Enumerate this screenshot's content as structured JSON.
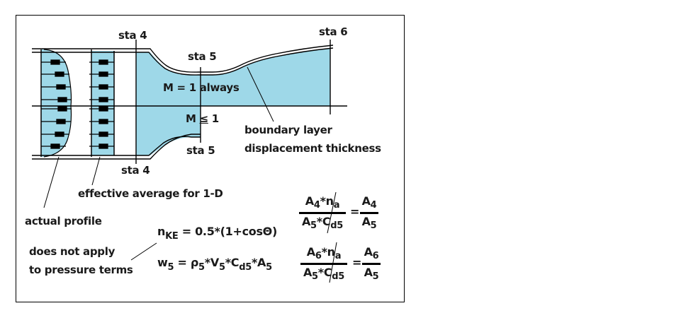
{
  "figure": {
    "type": "nozzle-flow-diagram",
    "colors": {
      "flow_fill": "#9ed8e8",
      "line": "#000000",
      "text": "#1a1a1a",
      "background": "#ffffff"
    }
  },
  "stations": {
    "sta4_top": "sta 4",
    "sta4_bottom": "sta 4",
    "sta5_top": "sta 5",
    "sta5_bottom": "sta 5",
    "sta6": "sta 6"
  },
  "regions": {
    "upper_mach": "M = 1 always",
    "lower_mach_prefix": "M",
    "lower_mach_op": "≤",
    "lower_mach_value": "1"
  },
  "annotations": {
    "boundary_layer_line1": "boundary layer",
    "boundary_layer_line2": "displacement thickness",
    "effective_average": "effective average for 1-D",
    "actual_profile": "actual profile",
    "pressure_note_line1": "does not apply",
    "pressure_note_line2": "to pressure terms"
  },
  "equations": {
    "n_ke": {
      "symbol": "n",
      "sub": "KE",
      "rhs": " = 0.5*(1+cosΘ)"
    },
    "w5": {
      "lhs": "w",
      "lhs_sub": "5",
      "eq": " = ρ",
      "rho_sub": "5",
      "v": "*V",
      "v_sub": "5",
      "c": "*C",
      "c_sub": "d5",
      "a": "*A",
      "a_sub": "5"
    },
    "ratio1": {
      "num": {
        "a": "A",
        "a_sub": "4",
        "n": "*n",
        "n_sub": "a"
      },
      "den": {
        "a": "A",
        "a_sub": "5",
        "c": "*C",
        "c_sub": "d5"
      },
      "equals": "=",
      "rhs_num": {
        "a": "A",
        "a_sub": "4"
      },
      "rhs_den": {
        "a": "A",
        "a_sub": "5"
      }
    },
    "ratio2": {
      "num": {
        "a": "A",
        "a_sub": "6",
        "n": "*n",
        "n_sub": "a"
      },
      "den": {
        "a": "A",
        "a_sub": "5",
        "c": "*C",
        "c_sub": "d5"
      },
      "equals": "=",
      "rhs_num": {
        "a": "A",
        "a_sub": "6"
      },
      "rhs_den": {
        "a": "A",
        "a_sub": "5"
      }
    }
  }
}
